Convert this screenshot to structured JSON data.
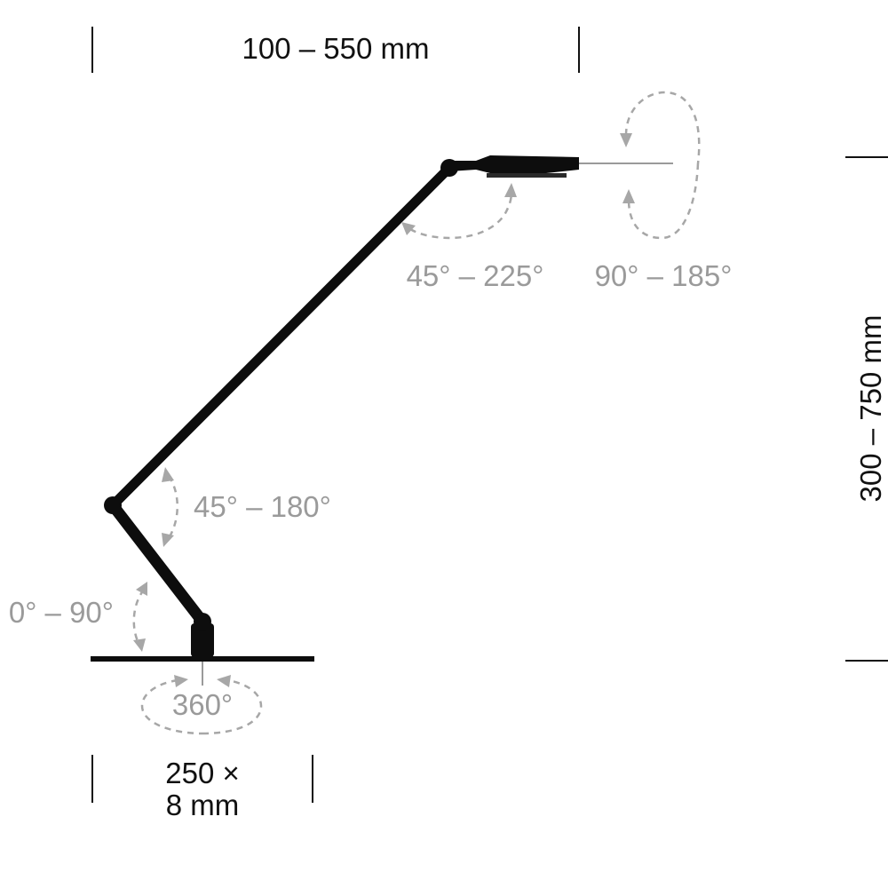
{
  "dimensions": {
    "reach": "100 – 550 mm",
    "height": "300 – 750 mm",
    "base_line1": "250 ×",
    "base_line2": "8 mm"
  },
  "angles": {
    "head_tilt": "45° – 225°",
    "head_rotate": "90° – 185°",
    "elbow": "45° – 180°",
    "lower_arm": "0° – 90°",
    "base_rotate": "360°"
  },
  "colors": {
    "lamp": "#0d0d0d",
    "annotation": "#9a9a9a",
    "dimension_text": "#111111"
  }
}
